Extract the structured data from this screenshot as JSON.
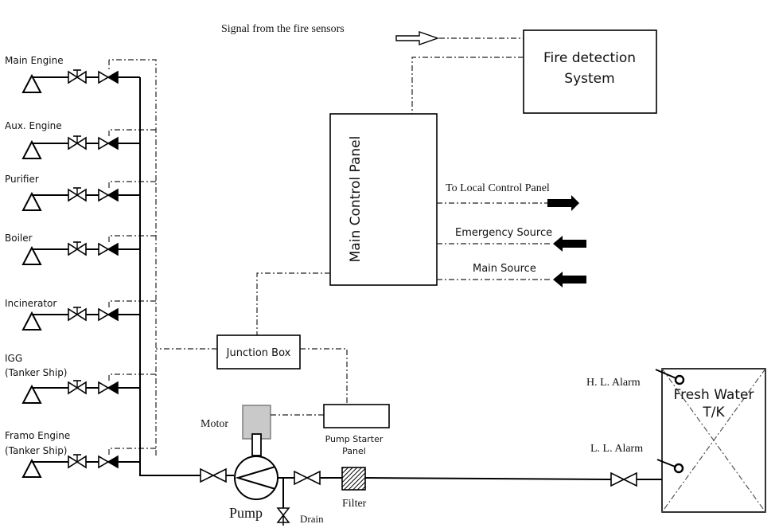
{
  "signal_label": "Signal from the fire sensors",
  "fire_detection": {
    "line1": "Fire detection",
    "line2": "System"
  },
  "main_control_panel": "Main Control Panel",
  "outputs": {
    "local_panel": "To Local Control Panel",
    "emergency_source": "Emergency Source",
    "main_source": "Main Source"
  },
  "junction_box": "Junction Box",
  "motor": "Motor",
  "pump_starter": {
    "line1": "Pump Starter",
    "line2": "Panel"
  },
  "pump": "Pump",
  "drain": "Drain",
  "filter": "Filter",
  "tank": {
    "line1": "Fresh Water",
    "line2": "T/K",
    "high_alarm": "H. L. Alarm",
    "low_alarm": "L. L. Alarm"
  },
  "consumers": [
    {
      "id": "main-engine",
      "lines": [
        "Main Engine"
      ]
    },
    {
      "id": "aux-engine",
      "lines": [
        "Aux. Engine"
      ]
    },
    {
      "id": "purifier",
      "lines": [
        "Purifier"
      ]
    },
    {
      "id": "boiler",
      "lines": [
        "Boiler"
      ]
    },
    {
      "id": "incinerator",
      "lines": [
        "Incinerator"
      ]
    },
    {
      "id": "igg",
      "lines": [
        "IGG",
        "(Tanker Ship)"
      ]
    },
    {
      "id": "framo-engine",
      "lines": [
        "Framo Engine",
        "(Tanker Ship)"
      ]
    }
  ]
}
